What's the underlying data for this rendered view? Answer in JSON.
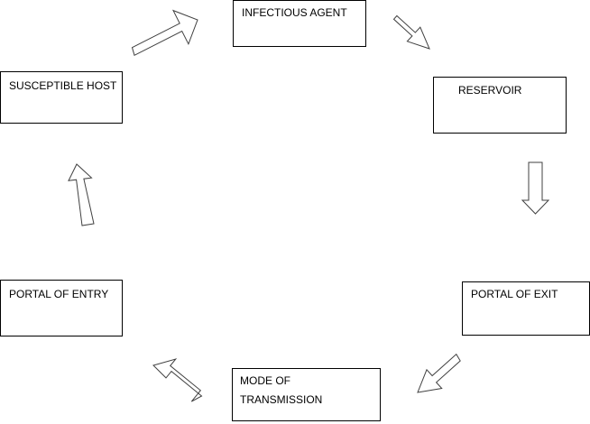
{
  "nodes": {
    "infectious_agent": "INFECTIOUS AGENT",
    "reservoir": "RESERVOIR",
    "portal_of_exit": "PORTAL  OF EXIT",
    "mode_of_transmission": "MODE OF\nTRANSMISSION",
    "portal_of_entry": "PORTAL OF ENTRY",
    "susceptible_host": "SUSCEPTIBLE HOST"
  },
  "flow": [
    "infectious_agent",
    "reservoir",
    "portal_of_exit",
    "mode_of_transmission",
    "portal_of_entry",
    "susceptible_host",
    "infectious_agent"
  ],
  "colors": {
    "box_border": "#000000",
    "arrow_outline": "#404040",
    "background": "#ffffff"
  }
}
